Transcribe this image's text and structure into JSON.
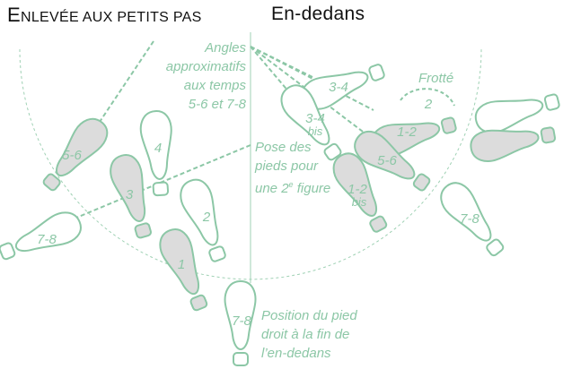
{
  "title_left": {
    "first": "E",
    "rest": "nlevée aux petits pas"
  },
  "title_right": "En-dedans",
  "notes": {
    "angles": [
      "Angles",
      "approximatifs",
      "aux temps",
      "5-6 et 7-8"
    ],
    "pose": [
      "Pose des",
      "pieds pour",
      "une 2",
      "e",
      " figure"
    ],
    "position": [
      "Position du pied",
      "droit à la fin de",
      "l’en-dedans"
    ],
    "frotte": "Frotté"
  },
  "foot_labels": {
    "f56": "5-6",
    "f4": "4",
    "f3": "3",
    "f2": "2",
    "f1": "1",
    "f78l": "7-8",
    "f34": "3-4",
    "f34b": "3-4",
    "f34b_bis": "bis",
    "f12": "1-2",
    "f56r": "5-6",
    "f12b": "1-2",
    "f12b_bis": "bis",
    "frotte2": "2",
    "f78r": "7-8",
    "f78c": "7-8"
  },
  "colors": {
    "accent": "#8cc7a6",
    "fill": "#dcdcdc",
    "title": "#111111"
  }
}
